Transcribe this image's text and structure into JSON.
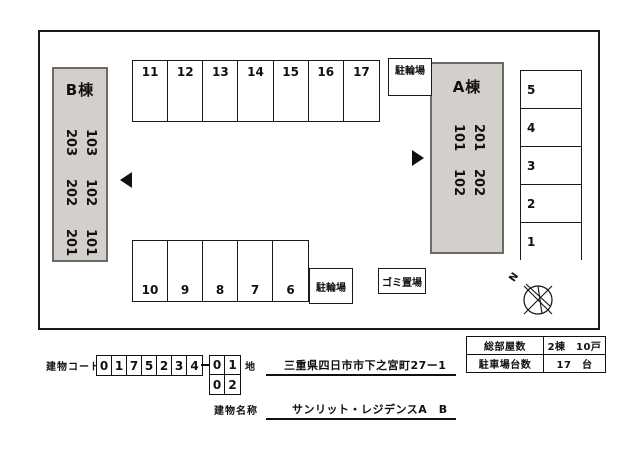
{
  "map": {
    "buildings": [
      {
        "name": "B棟",
        "rooms_col_right": [
          "103",
          "102",
          "101"
        ],
        "rooms_col_left": [
          "203",
          "202",
          "201"
        ]
      },
      {
        "name": "A棟",
        "rooms_col_right": [
          "201",
          "202"
        ],
        "rooms_col_left": [
          "101",
          "102"
        ]
      }
    ],
    "parking_top_row": [
      "11",
      "12",
      "13",
      "14",
      "15",
      "16",
      "17"
    ],
    "parking_bottom_row": [
      "10",
      "9",
      "8",
      "7",
      "6"
    ],
    "parking_right_column": [
      "5",
      "4",
      "3",
      "2",
      "1"
    ],
    "facilities": {
      "bicycle_top": "駐輪場",
      "bicycle_bottom": "駐輪場",
      "garbage": "ゴミ置場"
    },
    "compass_label": "N",
    "entrance_arrow_left": "◀",
    "entrance_arrow_right": "▶"
  },
  "info": {
    "building_code_label": "建物コード",
    "building_code_digits": [
      "0",
      "1",
      "7",
      "5",
      "2",
      "3",
      "4"
    ],
    "building_code_sub": [
      [
        "0",
        "1"
      ],
      [
        "0",
        "2"
      ]
    ],
    "address_label": "所 在 地",
    "address_value": "三重県四日市市下之宮町27ー1",
    "building_name_label": "建物名称",
    "building_name_value": "サンリット・レジデンスA　B"
  },
  "summary": {
    "rows": [
      {
        "key": "総部屋数",
        "value": "2棟　10戸"
      },
      {
        "key": "駐車場台数",
        "value": "17　台"
      }
    ]
  },
  "colors": {
    "building_fill": "#d3cfcb",
    "building_stroke": "#6d6a67",
    "line": "#1a1a1a",
    "text": "#111111"
  }
}
